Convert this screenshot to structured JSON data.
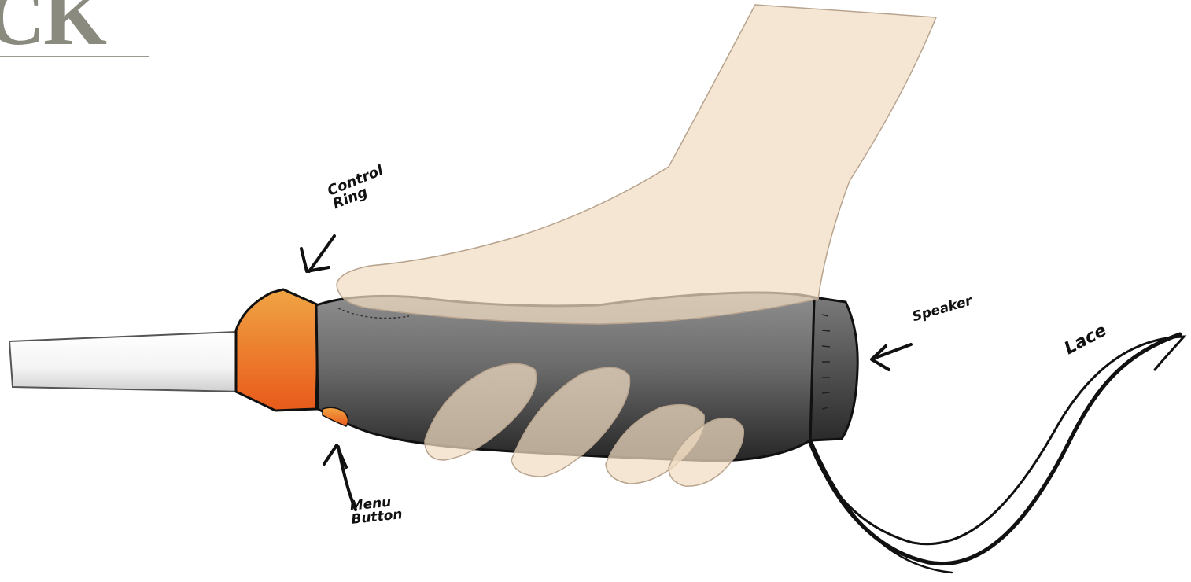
{
  "title": {
    "text": "CK"
  },
  "labels": {
    "control_ring": "Control\nRing",
    "menu_button": "Menu\nButton",
    "speaker": "Speaker",
    "lace": "Lace"
  },
  "colors": {
    "skin": "#f1dcc2",
    "handle_dark": "#2e2e2e",
    "handle_light": "#8c8c8c",
    "orange_light": "#f0a040",
    "orange_dark": "#e8601c",
    "cane_white": "#f2f2f2",
    "ink": "#111111"
  },
  "icons": {
    "control_ring_arrow": "arrow-down-left-icon",
    "menu_button_arrow": "arrow-up-icon",
    "speaker_arrow": "arrow-left-icon"
  }
}
